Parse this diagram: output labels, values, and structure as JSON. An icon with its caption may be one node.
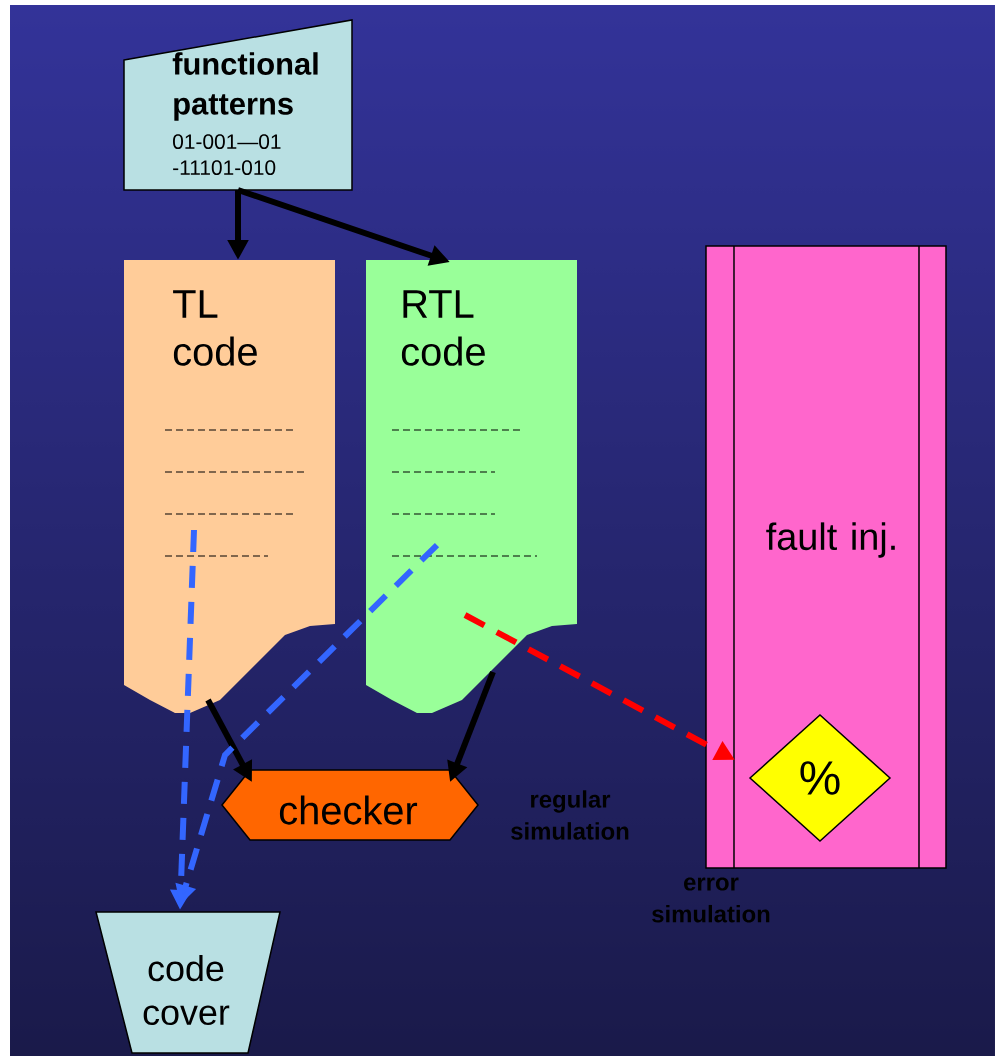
{
  "diagram": {
    "nodes": [
      {
        "text": [
          "functional patterns",
          "01-001—01",
          "-11101-010"
        ]
      },
      {
        "text": [
          "TL code"
        ]
      },
      {
        "text": [
          "RTL code"
        ]
      },
      {
        "text": [
          "fault inj."
        ]
      },
      {
        "text": [
          "%"
        ],
        "in": 3
      },
      {
        "text": [
          "checker"
        ]
      },
      {
        "text": [
          "code cover"
        ]
      }
    ],
    "edges": [
      {
        "from": 0,
        "to": 1,
        "arrow": "to"
      },
      {
        "from": 0,
        "to": 2,
        "arrow": "to"
      },
      {
        "from": 1,
        "to": 5,
        "arrow": "to"
      },
      {
        "from": 2,
        "to": 5,
        "arrow": "to"
      },
      {
        "from": 1,
        "to": 6,
        "arrow": "to",
        "style": "dashed",
        "color": "#3366ff"
      },
      {
        "from": 2,
        "to": 6,
        "arrow": "to",
        "style": "dashed",
        "color": "#3366ff"
      },
      {
        "from": 2,
        "to": 4,
        "arrow": "to",
        "style": "dashed",
        "color": "#ff0000"
      }
    ],
    "labels": [
      "regular simulation",
      "error simulation"
    ]
  }
}
